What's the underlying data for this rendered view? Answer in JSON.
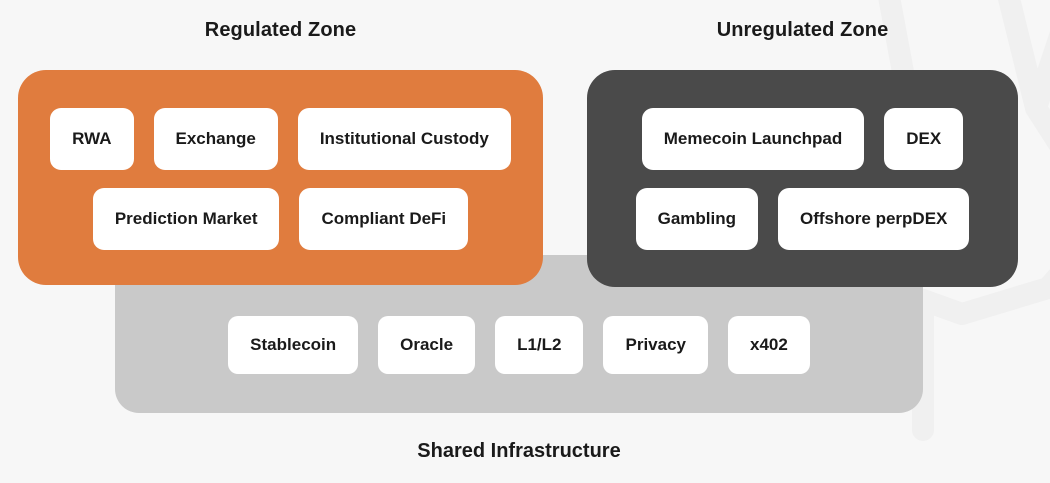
{
  "background": {
    "color": "#f7f7f7",
    "watermark_color": "#f0f0f0"
  },
  "zones": {
    "regulated": {
      "title": "Regulated Zone",
      "color": "#e07c3e",
      "rows": [
        [
          "RWA",
          "Exchange",
          "Institutional Custody"
        ],
        [
          "Prediction Market",
          "Compliant DeFi"
        ]
      ]
    },
    "unregulated": {
      "title": "Unregulated Zone",
      "color": "#4a4a4a",
      "rows": [
        [
          "Memecoin Launchpad",
          "DEX"
        ],
        [
          "Gambling",
          "Offshore perpDEX"
        ]
      ]
    },
    "infrastructure": {
      "title": "Shared Infrastructure",
      "color": "#c9c9c9",
      "items": [
        "Stablecoin",
        "Oracle",
        "L1/L2",
        "Privacy",
        "x402"
      ]
    }
  },
  "text_color": "#1a1a1a"
}
